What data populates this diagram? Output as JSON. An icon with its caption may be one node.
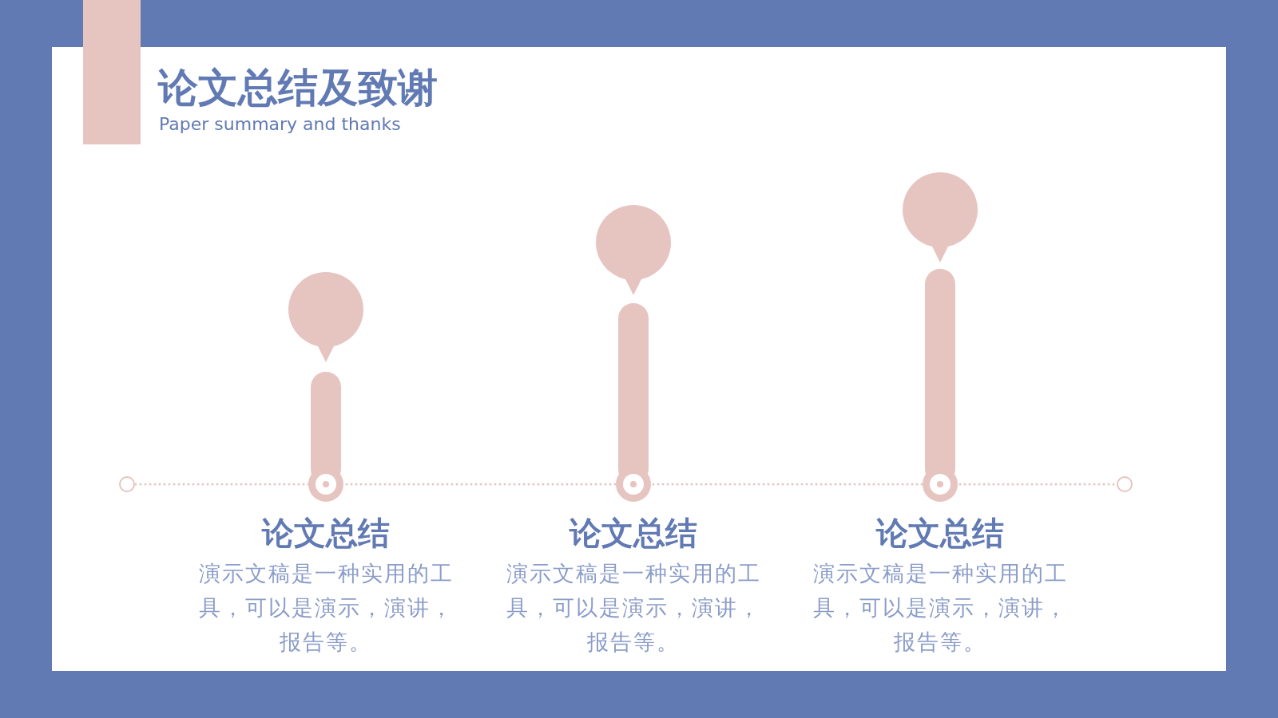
{
  "diagram": {
    "title": "论文总结及致谢",
    "labels": [
      "Paper summary and thanks"
    ],
    "nodes": [
      {
        "text": [
          "论文总结",
          "演示文稿是一种实用的工具，可以是演示，演讲，报告等。"
        ]
      },
      {
        "text": [
          "论文总结",
          "演示文稿是一种实用的工具，可以是演示，演讲，报告等。"
        ]
      },
      {
        "text": [
          "论文总结",
          "演示文稿是一种实用的工具，可以是演示，演讲，报告等。"
        ]
      }
    ]
  }
}
